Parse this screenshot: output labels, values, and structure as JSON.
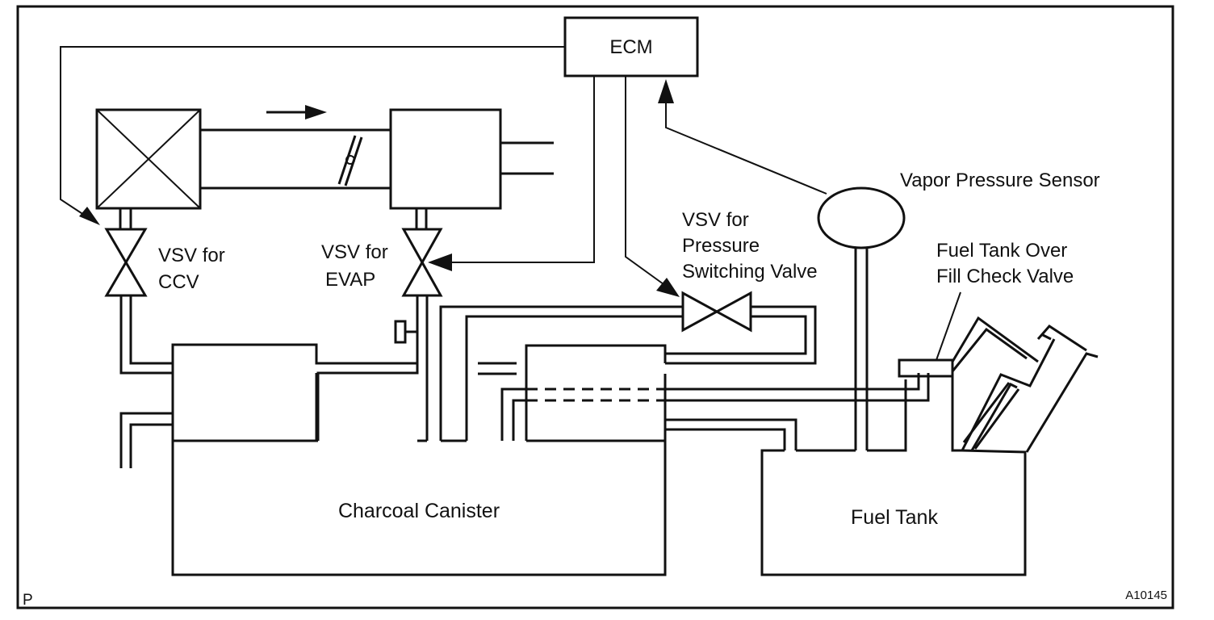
{
  "labels": {
    "ecm": "ECM",
    "vapor_pressure_sensor": "Vapor Pressure Sensor",
    "vsv_ccv_1": "VSV for",
    "vsv_ccv_2": "CCV",
    "vsv_evap_1": "VSV for",
    "vsv_evap_2": "EVAP",
    "vsv_psv_1": "VSV for",
    "vsv_psv_2": "Pressure",
    "vsv_psv_3": "Switching Valve",
    "fill_check_1": "Fuel Tank Over",
    "fill_check_2": "Fill Check Valve",
    "charcoal_canister": "Charcoal Canister",
    "fuel_tank": "Fuel Tank",
    "corner_letter": "P",
    "figure_code": "A10145"
  }
}
